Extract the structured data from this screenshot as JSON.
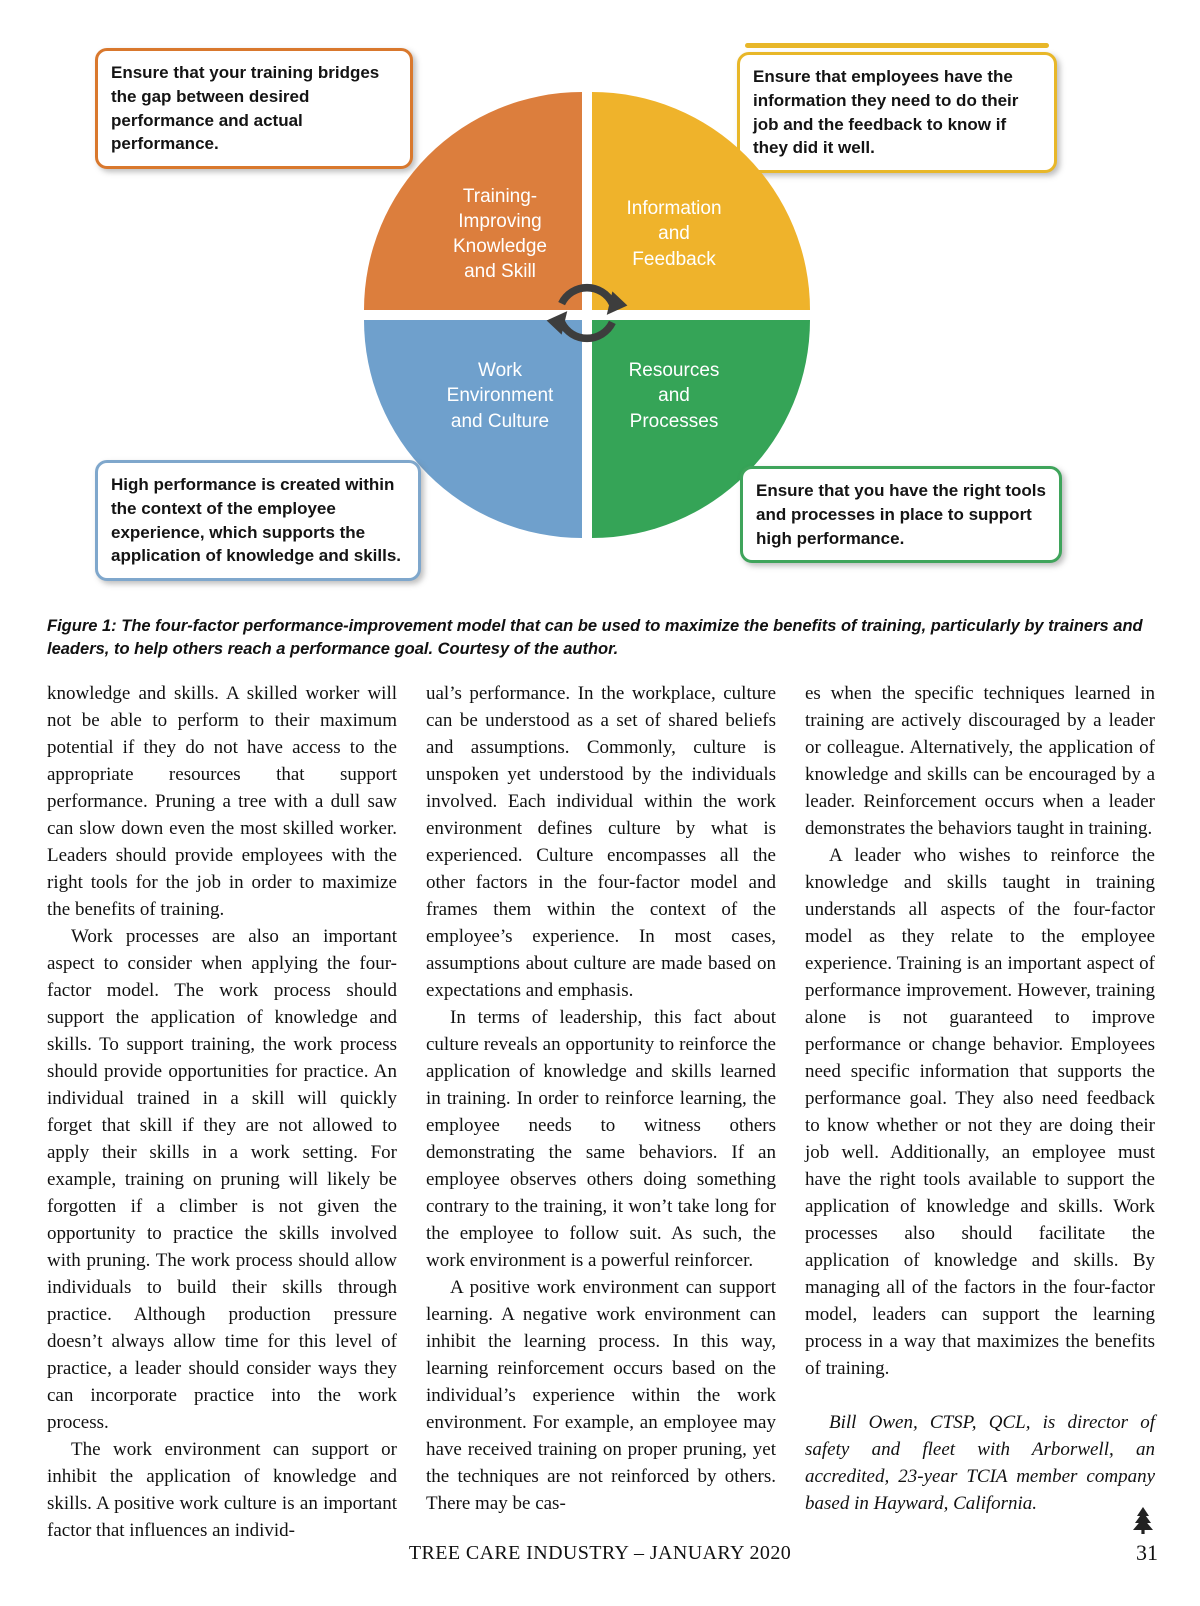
{
  "figure": {
    "callouts": {
      "top_left": "Ensure that your training bridges the gap between desired performance and actual performance.",
      "top_right": "Ensure that employees have the information they need to do their job and the feedback to know if they did it well.",
      "bottom_left": "High performance is created within the context of the employee experience, which supports the application of knowledge and skills.",
      "bottom_right": "Ensure that you have the right tools and processes in place to support high performance."
    },
    "quadrants": {
      "top_left": {
        "label": "Training-\nImproving\nKnowledge\nand Skill",
        "color": "#DC7E3D"
      },
      "top_right": {
        "label": "Information\nand\nFeedback",
        "color": "#EFB32B"
      },
      "bottom_left": {
        "label": "Work\nEnvironment\nand Culture",
        "color": "#6FA0CC"
      },
      "bottom_right": {
        "label": "Resources\nand\nProcesses",
        "color": "#35A457"
      }
    },
    "center_icon": "cycle-arrows",
    "caption": "Figure 1: The four-factor performance-improvement model that can be used to maximize the benefits of training, particularly by trainers and leaders, to help others reach a performance goal. Courtesy of the author."
  },
  "article": {
    "columns": [
      {
        "paragraphs": [
          "knowledge and skills. A skilled worker will not be able to perform to their maximum potential if they do not have access to the appropriate resources that support performance. Pruning a tree with a dull saw can slow down even the most skilled worker. Leaders should provide employees with the right tools for the job in order to maximize the benefits of training.",
          "Work processes are also an important aspect to consider when applying the four-factor model. The work process should support the application of knowledge and skills. To support training, the work process should provide opportunities for practice. An individual trained in a skill will quickly forget that skill if they are not allowed to apply their skills in a work setting. For example, training on pruning will likely be forgotten if a climber is not given the opportunity to practice the skills involved with pruning. The work process should allow individuals to build their skills through practice. Although production pressure doesn’t always allow time for this level of practice, a leader should consider ways they can incorporate practice into the work process.",
          "The work environment can support or inhibit the application of knowledge and skills. A positive work culture is an important factor that influences an individ-"
        ]
      },
      {
        "paragraphs": [
          "ual’s performance. In the workplace, culture can be understood as a set of shared beliefs and assumptions. Commonly, culture is unspoken yet understood by the individuals involved. Each individual within the work environment defines culture by what is experienced. Culture encompasses all the other factors in the four-factor model and frames them within the context of the employee’s experience. In most cases, assumptions about culture are made based on expectations and emphasis.",
          "In terms of leadership, this fact about culture reveals an opportunity to reinforce the application of knowledge and skills learned in training. In order to reinforce learning, the employee needs to witness others demonstrating the same behaviors. If an employee observes others doing something contrary to the training, it won’t take long for the employee to follow suit. As such, the work environment is a powerful reinforcer.",
          "A positive work environment can support learning. A negative work environment can inhibit the learning process. In this way, learning reinforcement occurs based on the individual’s experience within the work environment. For example, an employee may have received training on proper pruning, yet the techniques are not reinforced by others. There may be cas-"
        ]
      },
      {
        "paragraphs": [
          "es when the specific techniques learned in training are actively discouraged by a leader or colleague. Alternatively, the application of knowledge and skills can be encouraged by a leader. Reinforcement occurs when a leader demonstrates the behaviors taught in training.",
          "A leader who wishes to reinforce the knowledge and skills taught in training understands all aspects of the four-factor model as they relate to the employee experience. Training is an important aspect of performance improvement. However, training alone is not guaranteed to improve performance or change behavior. Employees need specific information that supports the performance goal. They also need feedback to know whether or not they are doing their job well. Additionally, an employee must have the right tools available to support the application of knowledge and skills. Work processes also should facilitate the application of knowledge and skills. By managing all of the factors in the four-factor model, leaders can support the learning process in a way that maximizes the benefits of training."
        ],
        "byline": "Bill Owen, CTSP, QCL, is director of safety and fleet with Arborwell, an accredited, 23-year TCIA member company based in Hayward, California."
      }
    ]
  },
  "footer": {
    "journal": "TREE CARE INDUSTRY – JANUARY 2020",
    "page_number": "31"
  }
}
